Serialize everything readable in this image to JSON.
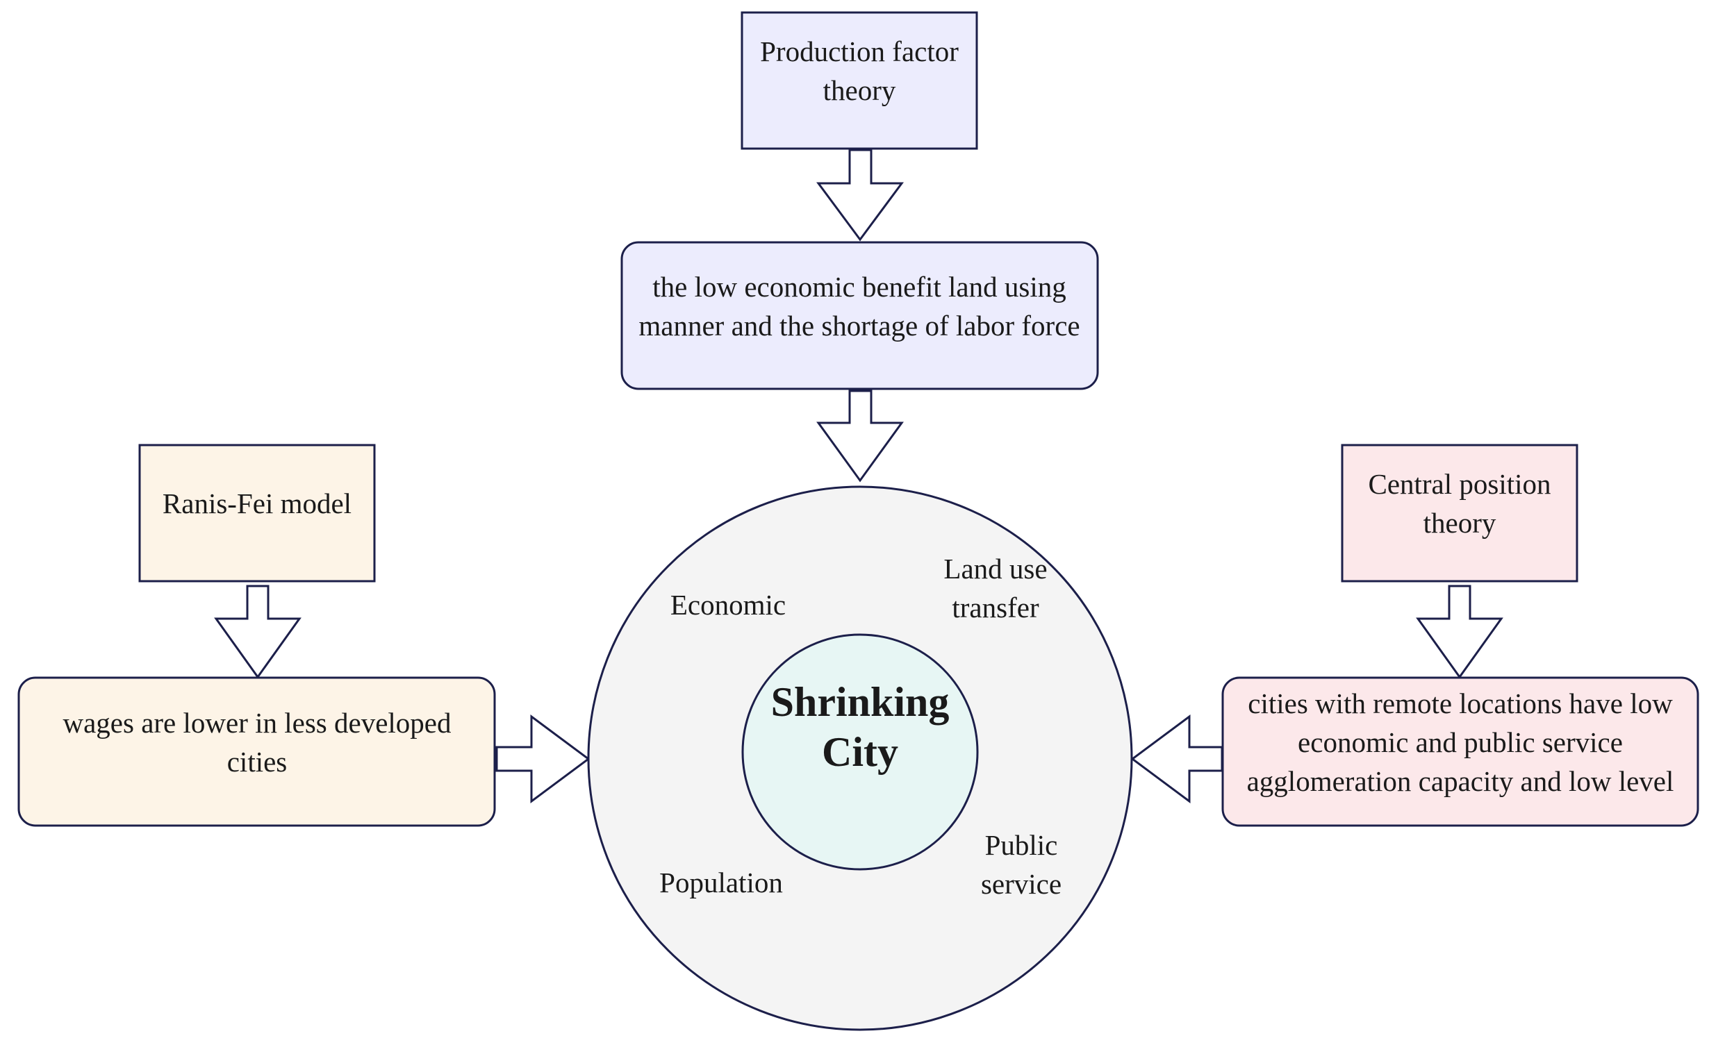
{
  "top": {
    "theory": [
      "Production factor",
      "theory"
    ],
    "effect": [
      "the low economic benefit land using",
      "manner and the shortage of labor force"
    ]
  },
  "left": {
    "theory": [
      "Ranis-Fei model"
    ],
    "effect": [
      "wages are lower in less developed",
      "cities"
    ]
  },
  "right": {
    "theory": [
      "Central position",
      "theory"
    ],
    "effect": [
      "cities with remote locations have low",
      "economic and public service",
      "agglomeration capacity and low level"
    ]
  },
  "circle": {
    "economic": [
      "Economic"
    ],
    "land_use": [
      "Land use",
      "transfer"
    ],
    "population": [
      "Population"
    ],
    "public_service": [
      "Public",
      "service"
    ],
    "core": [
      "Shrinking",
      "City"
    ]
  },
  "colors": {
    "outline": "#1c1f4a",
    "top_fill": "#ececfd",
    "left_fill": "#fdf4e7",
    "right_fill": "#fce8ea",
    "outer_circle_fill": "#f4f4f4",
    "inner_circle_fill": "#e7f6f4"
  }
}
